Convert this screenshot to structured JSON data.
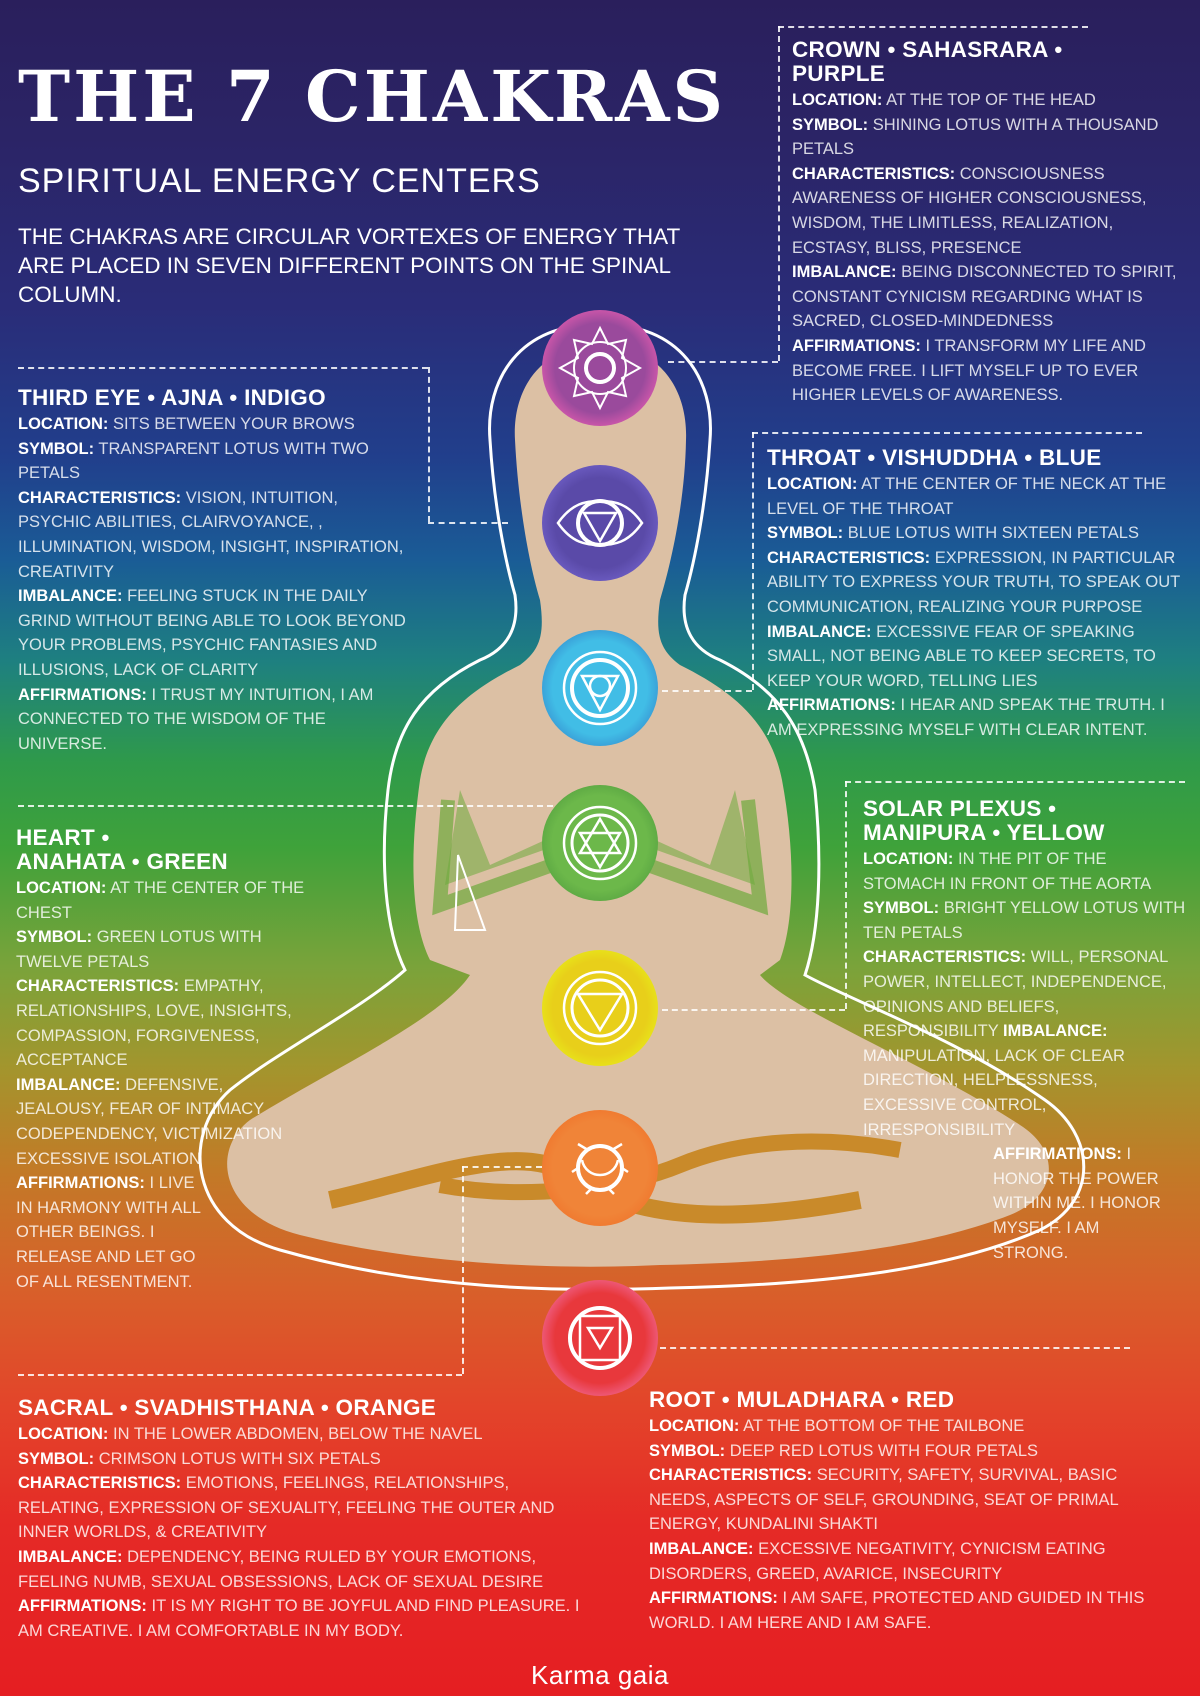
{
  "header": {
    "title": "THE 7 CHAKRAS",
    "subtitle": "SPIRITUAL ENERGY CENTERS",
    "intro": "THE CHAKRAS ARE CIRCULAR VORTEXES OF ENERGY THAT ARE PLACED IN SEVEN DIFFERENT POINTS ON THE SPINAL COLUMN."
  },
  "labels": {
    "location": "LOCATION:",
    "symbol": "SYMBOL:",
    "characteristics": "CHARACTERISTICS:",
    "imbalance": "IMBALANCE:",
    "affirmations": "AFFIRMATIONS:"
  },
  "chakras": {
    "crown": {
      "title_line1": "CROWN • SAHASRARA •",
      "title_line2": "PURPLE",
      "location": "AT THE TOP OF THE HEAD",
      "symbol": "SHINING LOTUS WITH A THOUSAND PETALS",
      "characteristics": "CONSCIOUSNESS AWARENESS OF HIGHER CONSCIOUSNESS, WISDOM, THE LIMITLESS, REALIZATION, ECSTASY, BLISS, PRESENCE",
      "imbalance": "BEING DISCONNECTED TO SPIRIT, CONSTANT CYNICISM REGARDING WHAT IS SACRED, CLOSED-MINDEDNESS",
      "affirmations": "I TRANSFORM MY LIFE AND BECOME FREE. I LIFT MYSELF UP TO EVER HIGHER LEVELS OF AWARENESS.",
      "color": "#a24a9c"
    },
    "third_eye": {
      "title_line1": "THIRD EYE • AJNA • INDIGO",
      "location": "SITS BETWEEN YOUR BROWS",
      "symbol": "TRANSPARENT LOTUS WITH TWO PETALS",
      "characteristics": "VISION, INTUITION, PSYCHIC ABILITIES, CLAIRVOYANCE, , ILLUMINATION, WISDOM, INSIGHT, INSPIRATION, CREATIVITY",
      "imbalance": "FEELING STUCK IN THE DAILY GRIND WITHOUT BEING ABLE TO LOOK BEYOND YOUR PROBLEMS, PSYCHIC FANTASIES AND ILLUSIONS, LACK OF CLARITY",
      "affirmations": "I TRUST MY INTUITION, I AM CONNECTED TO THE WISDOM OF THE UNIVERSE.",
      "color": "#5a4aa8"
    },
    "throat": {
      "title_line1": "THROAT • VISHUDDHA • BLUE",
      "location": "AT THE CENTER OF THE NECK AT THE LEVEL OF THE THROAT",
      "symbol": "BLUE LOTUS WITH SIXTEEN PETALS",
      "characteristics": "EXPRESSION, IN PARTICULAR ABILITY TO EXPRESS YOUR TRUTH, TO SPEAK OUT COMMUNICATION, REALIZING YOUR PURPOSE",
      "imbalance": "EXCESSIVE FEAR OF SPEAKING SMALL, NOT BEING ABLE TO KEEP SECRETS, TO KEEP YOUR WORD, TELLING LIES",
      "affirmations": "I HEAR AND SPEAK THE TRUTH. I AM EXPRESSING MYSELF WITH CLEAR INTENT.",
      "color": "#41bde6"
    },
    "heart": {
      "title_line1": "HEART •",
      "title_line2": "ANAHATA • GREEN",
      "location": "AT THE CENTER OF THE CHEST",
      "symbol": "GREEN LOTUS WITH TWELVE PETALS",
      "characteristics": " EMPATHY, RELATIONSHIPS, LOVE, INSIGHTS, COMPASSION, FORGIVENESS, ACCEPTANCE",
      "imbalance": "DEFENSIVE, JEALOUSY, FEAR OF INTIMACY CODEPENDENCY, VICTIMIZATION EXCESSIVE ISOLATION",
      "affirmations": "I LIVE IN HARMONY WITH ALL OTHER BEINGS. I RELEASE AND LET GO OF ALL RESENTMENT.",
      "color": "#6cb84a"
    },
    "solar_plexus": {
      "title_line1": "SOLAR PLEXUS •",
      "title_line2": "MANIPURA • YELLOW",
      "location": "IN THE PIT OF THE STOMACH IN FRONT OF THE AORTA",
      "symbol": "BRIGHT YELLOW LOTUS WITH TEN PETALS",
      "characteristics": "WILL, PERSONAL POWER, INTELLECT, INDEPENDENCE, OPINIONS AND BELIEFS, RESPONSIBILITY",
      "imbalance": "MANIPULATION, LACK OF CLEAR DIRECTION, HELPLESSNESS, EXCESSIVE CONTROL, IRRESPONSIBILITY",
      "affirmations": "I HONOR THE POWER WITHIN ME. I HONOR MYSELF. I AM STRONG.",
      "color": "#e8d21a"
    },
    "sacral": {
      "title_line1": "SACRAL • SVADHISTHANA • ORANGE",
      "location": "IN THE LOWER ABDOMEN, BELOW THE NAVEL",
      "symbol": "CRIMSON LOTUS WITH SIX PETALS",
      "characteristics": "EMOTIONS, FEELINGS, RELATIONSHIPS, RELATING, EXPRESSION OF SEXUALITY, FEELING THE OUTER AND INNER WORLDS, & CREATIVITY",
      "imbalance": "DEPENDENCY, BEING RULED BY YOUR EMOTIONS, FEELING NUMB, SEXUAL OBSESSIONS, LACK OF SEXUAL DESIRE",
      "affirmations": "IT IS MY RIGHT TO BE JOYFUL AND FIND PLEASURE. I AM CREATIVE. I AM COMFORTABLE IN MY BODY.",
      "color": "#f08438"
    },
    "root": {
      "title_line1": "ROOT • MULADHARA • RED",
      "location": "AT THE BOTTOM OF THE TAILBONE",
      "symbol": "DEEP RED LOTUS WITH FOUR PETALS",
      "characteristics": "SECURITY, SAFETY, SURVIVAL, BASIC NEEDS, ASPECTS OF SELF, GROUNDING, SEAT OF PRIMAL ENERGY, KUNDALINI SHAKTI",
      "imbalance": "EXCESSIVE NEGATIVITY, CYNICISM EATING DISORDERS, GREED, AVARICE, INSECURITY",
      "affirmations": "I AM SAFE, PROTECTED AND GUIDED IN THIS WORLD. I AM HERE AND I AM SAFE.",
      "color": "#e8383c"
    }
  },
  "footer": {
    "brand": "Karma gaia"
  }
}
